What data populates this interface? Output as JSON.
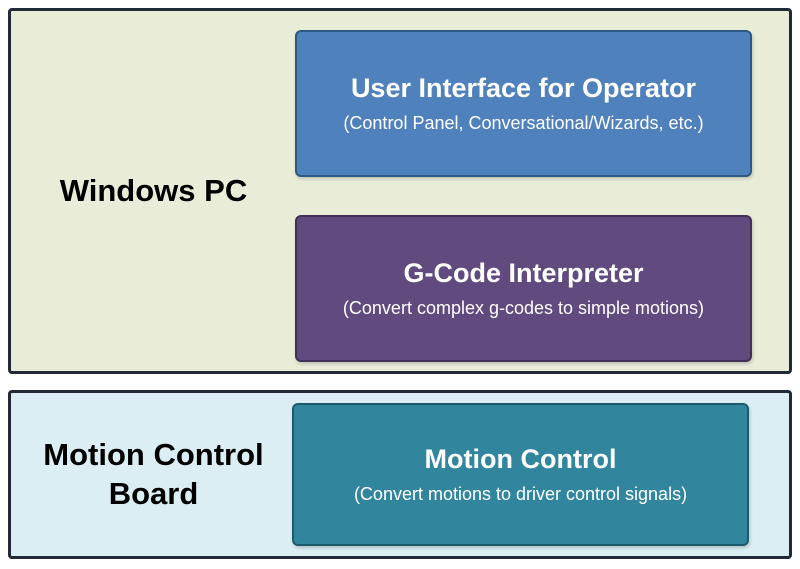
{
  "windows_pc": {
    "label": "Windows PC",
    "ui_box": {
      "title": "User Interface for Operator",
      "subtitle": "(Control Panel, Conversational/Wizards, etc.)"
    },
    "gcode_box": {
      "title": "G-Code Interpreter",
      "subtitle": "(Convert complex g-codes to simple motions)"
    }
  },
  "motion_board": {
    "label": "Motion Control Board",
    "motion_box": {
      "title": "Motion Control",
      "subtitle": "(Convert motions to driver control signals)"
    }
  },
  "palette": {
    "panel_border": "#222a38",
    "pc_bg": "#e9edd8",
    "board_bg": "#daeef3",
    "ui_bg": "#4f81bd",
    "ui_border": "#2e5984",
    "gcode_bg": "#614a7e",
    "gcode_border": "#41315a",
    "motion_bg": "#31859c",
    "motion_border": "#1d5a6c",
    "title_text": "#ffffff",
    "label_text": "#000000"
  }
}
